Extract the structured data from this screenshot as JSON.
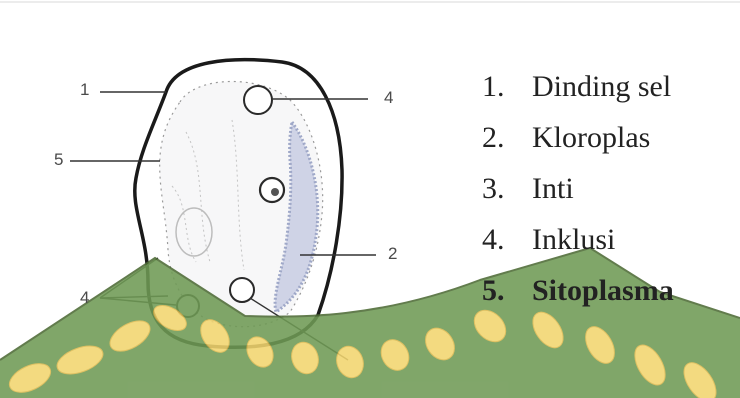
{
  "callouts": [
    {
      "id": "1",
      "text": "1"
    },
    {
      "id": "4a",
      "text": "4"
    },
    {
      "id": "5",
      "text": "5"
    },
    {
      "id": "2",
      "text": "2"
    },
    {
      "id": "4b",
      "text": "4"
    }
  ],
  "legend": [
    {
      "num": "1.",
      "label": "Dinding sel"
    },
    {
      "num": "2.",
      "label": "Kloroplas"
    },
    {
      "num": "3.",
      "label": "Inti"
    },
    {
      "num": "4.",
      "label": "Inklusi"
    },
    {
      "num": "5.",
      "label": "Sitoplasma"
    }
  ],
  "colors": {
    "watermark_green": "#6f9a55",
    "watermark_dark": "#4d6b35",
    "watermark_gold": "#f2d56f",
    "chloroplast": "#9fa8c8",
    "line": "#333333"
  }
}
